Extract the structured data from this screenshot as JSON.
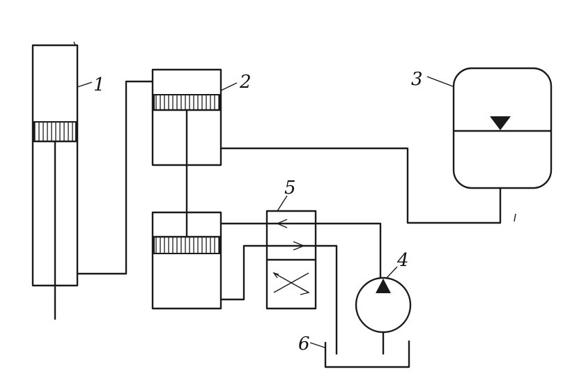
{
  "labels": {
    "cylinder": "1",
    "intensifier": "2",
    "accumulator": "3",
    "pump": "4",
    "valve": "5",
    "tank": "6"
  },
  "colors": {
    "stroke": "#1a1a1a",
    "background": "#ffffff"
  }
}
